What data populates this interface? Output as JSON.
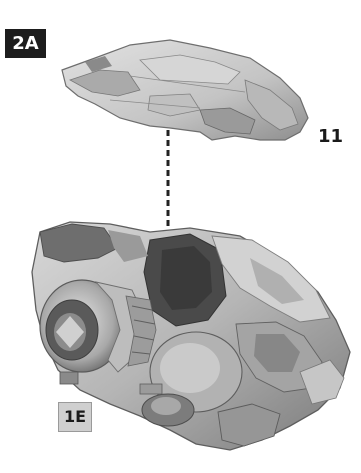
{
  "step": {
    "label": "2A"
  },
  "parts": [
    {
      "id": "11"
    },
    {
      "id": "1E"
    }
  ],
  "colors": {
    "badge_bg": "#1d1d1d",
    "badge_text": "#ffffff",
    "part_fill": "#c9c9c9",
    "part_shade": "#7d7d7d",
    "part_dark": "#4a4a4a",
    "guide_line": "#222222"
  }
}
